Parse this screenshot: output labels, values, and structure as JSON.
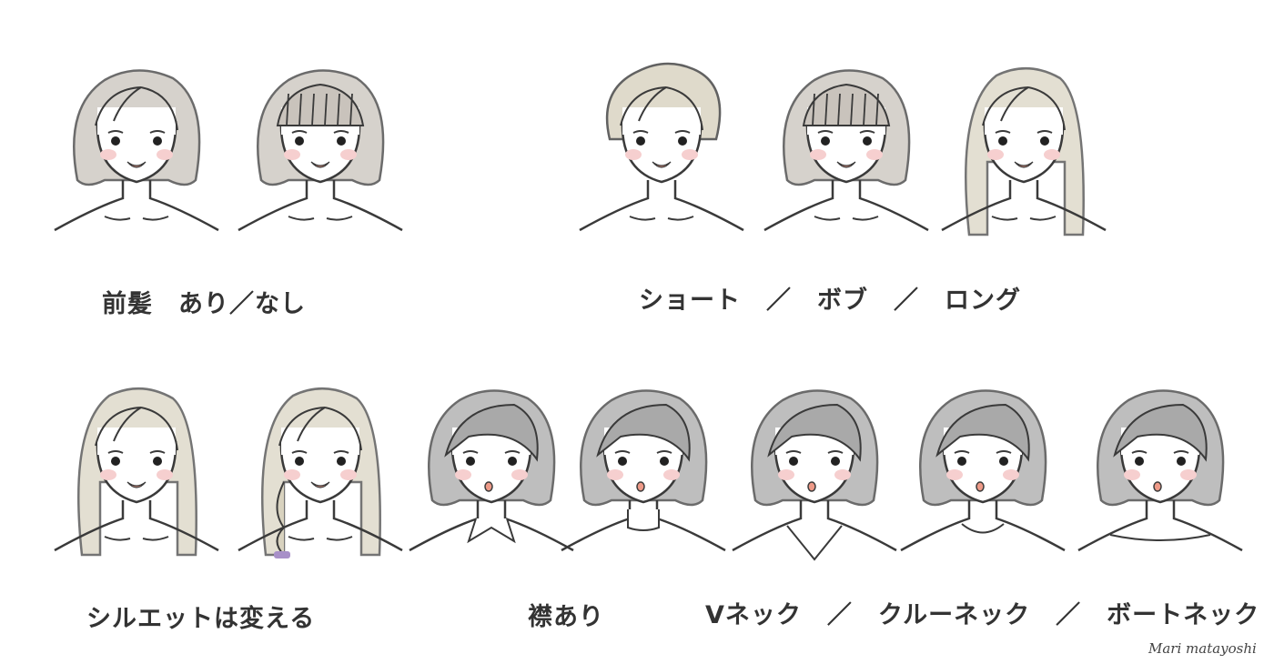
{
  "labels": {
    "bangs": "前髪　あり／なし",
    "lengths": "ショート　／　ボブ　／　ロング",
    "silhouette": "シルエットは変える",
    "collar": "襟あり",
    "necklines": "Vネック　／　クルーネック　／　ボートネック"
  },
  "signature": "Mari matayoshi",
  "colors": {
    "line": "#3a3a3a",
    "hair_gray": "#c9c3bc",
    "hair_beige": "#d8d2bf",
    "hair_dark": "#a9a9a9",
    "cheek": "#f6cfcf",
    "lip": "#ee9a88"
  }
}
